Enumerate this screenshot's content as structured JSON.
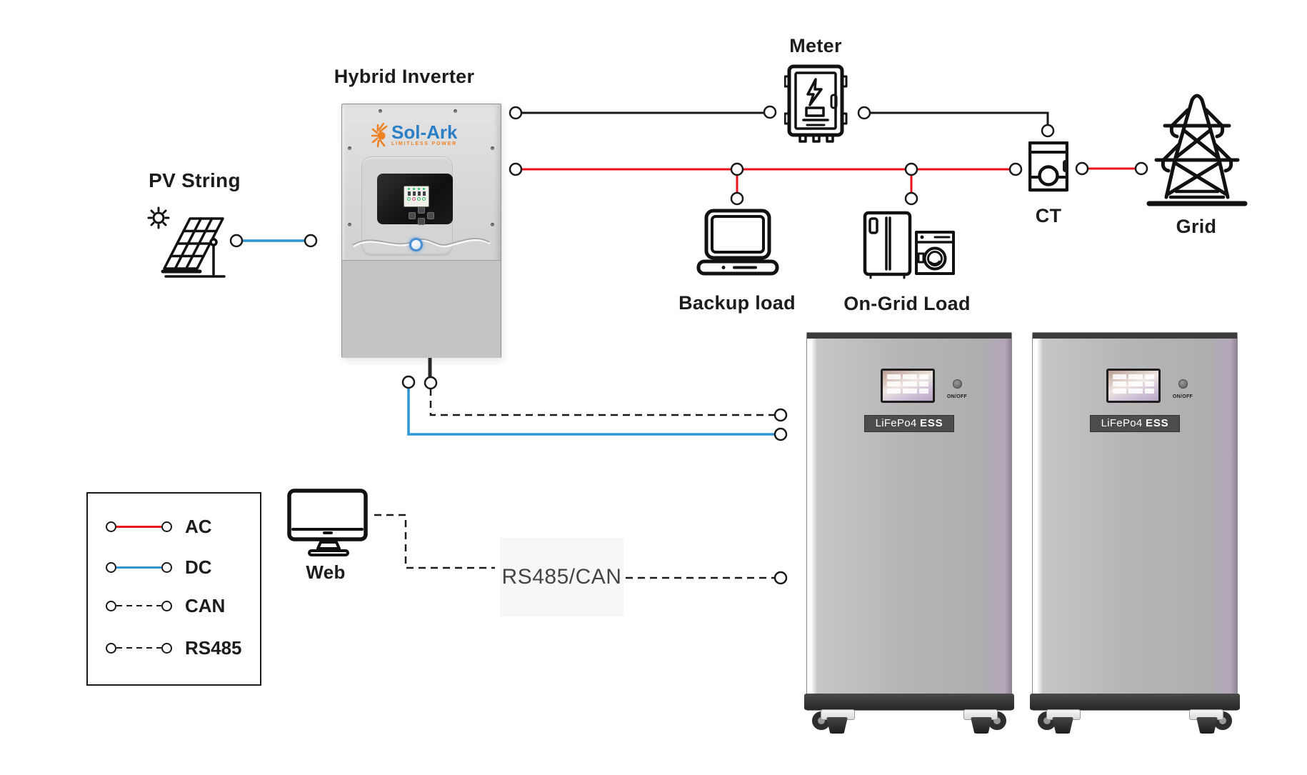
{
  "labels": {
    "pv_string": "PV String",
    "hybrid_inverter": "Hybrid Inverter",
    "meter": "Meter",
    "backup_load": "Backup load",
    "on_grid_load": "On-Grid Load",
    "ct": "CT",
    "grid": "Grid",
    "web": "Web",
    "rs485_can": "RS485/CAN"
  },
  "inverter": {
    "brand": "Sol-Ark",
    "tagline": "LIMITLESS POWER"
  },
  "battery": {
    "model_regular": "LiFePo4",
    "model_bold": "ESS",
    "switch_label": "ON/OFF"
  },
  "legend": {
    "items": [
      {
        "label": "AC",
        "line_style": "solid",
        "color": "#e8121a"
      },
      {
        "label": "DC",
        "line_style": "solid",
        "color": "#2e96d6"
      },
      {
        "label": "CAN",
        "line_style": "dashed",
        "color": "#1a1a1a"
      },
      {
        "label": "RS485",
        "line_style": "dashed",
        "color": "#1a1a1a"
      }
    ]
  },
  "colors": {
    "ac_line": "#e8121a",
    "dc_line": "#2e96d6",
    "signal_line": "#1a1a1a"
  }
}
